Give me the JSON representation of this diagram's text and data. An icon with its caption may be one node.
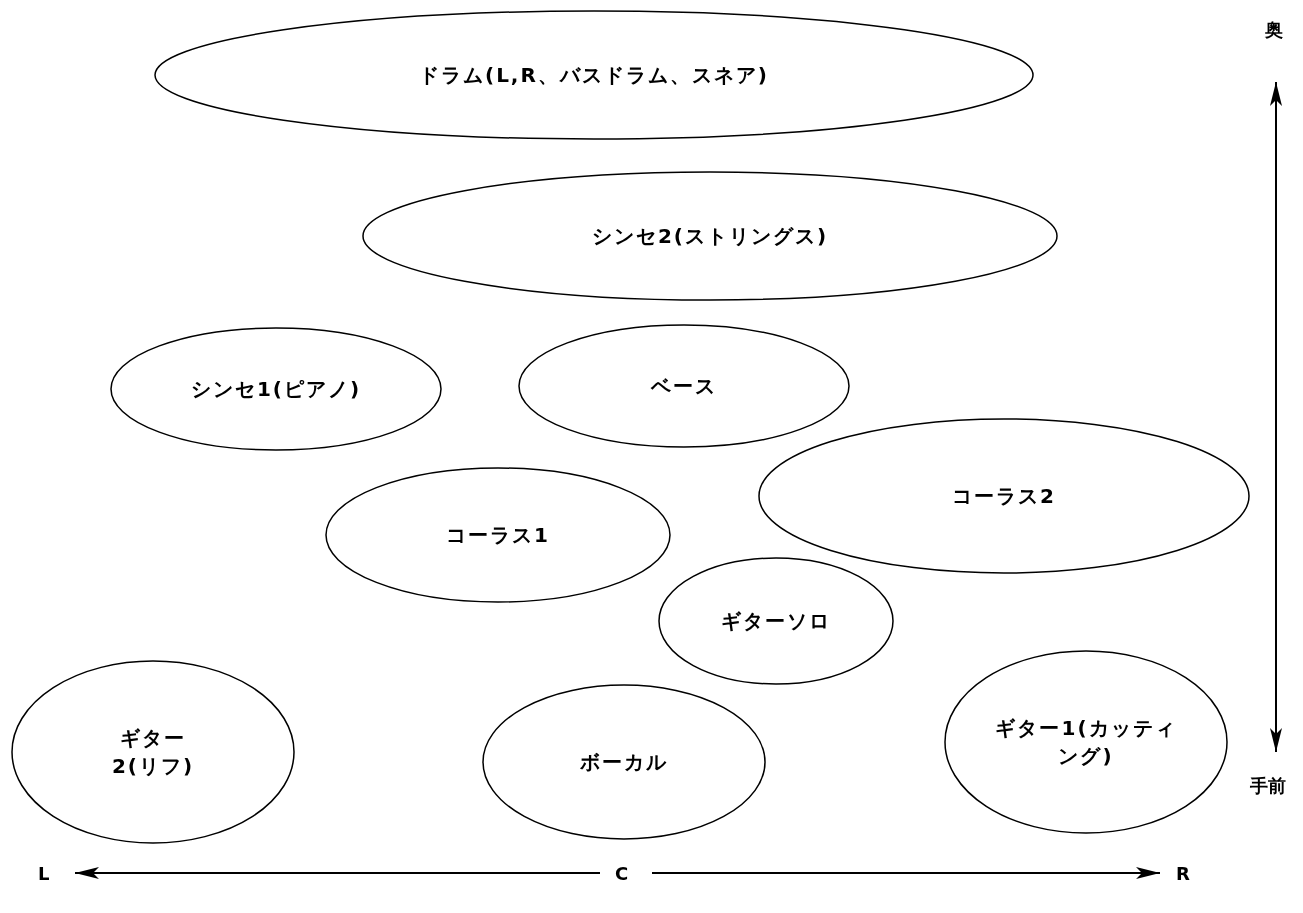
{
  "diagram": {
    "nodes": [
      {
        "text": [
          "ドラム(L,R、バスドラム、スネア)"
        ]
      },
      {
        "text": [
          "シンセ2(ストリングス)"
        ]
      },
      {
        "text": [
          "シンセ1(ピアノ)"
        ]
      },
      {
        "text": [
          "ベース"
        ]
      },
      {
        "text": [
          "コーラス2"
        ]
      },
      {
        "text": [
          "コーラス1"
        ]
      },
      {
        "text": [
          "ギターソロ"
        ]
      },
      {
        "text": [
          "ギター2(リフ)"
        ]
      },
      {
        "text": [
          "ボーカル"
        ]
      },
      {
        "text": [
          "ギター1(カッティング)"
        ]
      }
    ],
    "edges": [],
    "labels": [
      "奥",
      "手前",
      "L",
      "C",
      "R"
    ]
  }
}
